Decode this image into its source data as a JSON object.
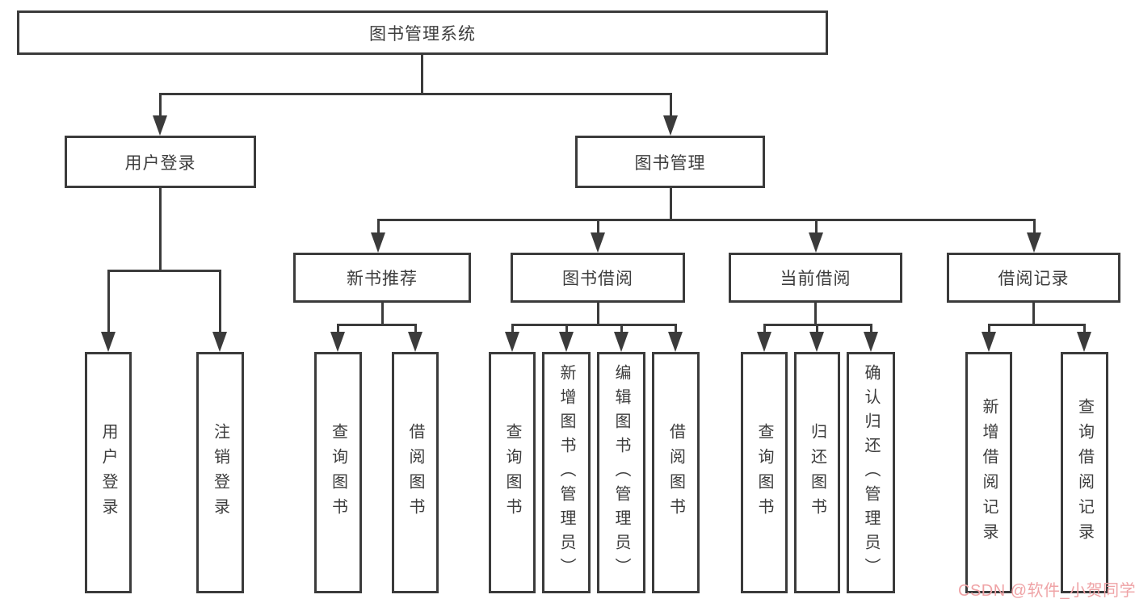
{
  "tree": {
    "root": "图书管理系统",
    "login": {
      "label": "用户登录",
      "children": [
        "用户登录",
        "注销登录"
      ]
    },
    "management": {
      "label": "图书管理",
      "sections": [
        {
          "label": "新书推荐",
          "children": [
            "查询图书",
            "借阅图书"
          ]
        },
        {
          "label": "图书借阅",
          "children": [
            "查询图书",
            "新增图书（管理员）",
            "编辑图书（管理员）",
            "借阅图书"
          ]
        },
        {
          "label": "当前借阅",
          "children": [
            "查询图书",
            "归还图书",
            "确认归还（管理员）"
          ]
        },
        {
          "label": "借阅记录",
          "children": [
            "新增借阅记录",
            "查询借阅记录"
          ]
        }
      ]
    }
  },
  "watermark": "CSDN @软件_小贺同学",
  "colors": {
    "line": "#3b3b3b",
    "text": "#3d3d3d",
    "box_background": "#ffffff",
    "watermark": "#efa3a6",
    "background": "#ffffff"
  }
}
